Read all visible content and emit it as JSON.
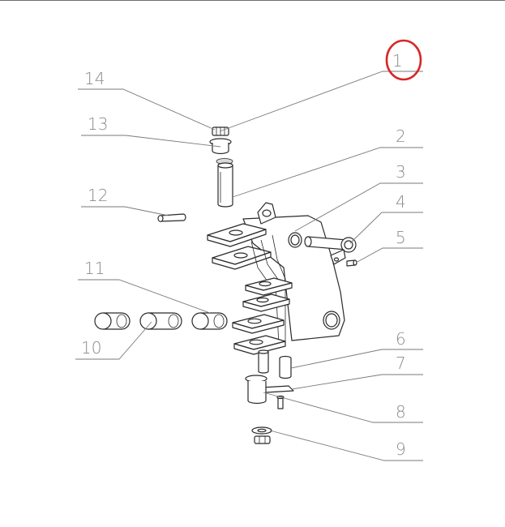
{
  "callouts": [
    {
      "label": "1"
    },
    {
      "label": "2"
    },
    {
      "label": "3"
    },
    {
      "label": "4"
    },
    {
      "label": "5"
    },
    {
      "label": "6"
    },
    {
      "label": "7"
    },
    {
      "label": "8"
    },
    {
      "label": "9"
    },
    {
      "label": "10"
    },
    {
      "label": "11"
    },
    {
      "label": "12"
    },
    {
      "label": "13"
    },
    {
      "label": "14"
    }
  ],
  "highlight": {
    "callout": "1",
    "color": "#d62828"
  }
}
